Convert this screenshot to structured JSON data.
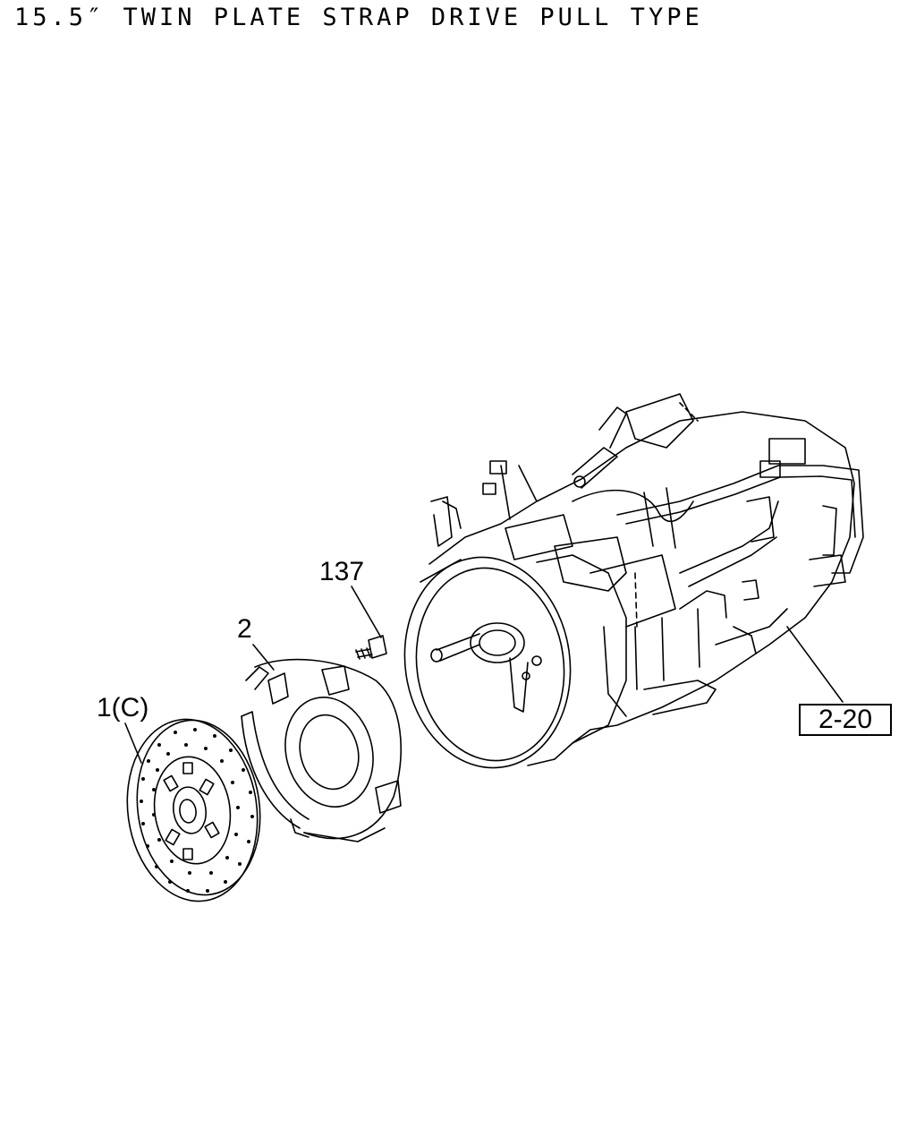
{
  "title": "15.5″ TWIN PLATE STRAP DRIVE PULL TYPE",
  "callouts": {
    "bolt": "137",
    "pressure_plate": "2",
    "clutch_disc": "1(C)",
    "transmission_ref": "2-20"
  }
}
